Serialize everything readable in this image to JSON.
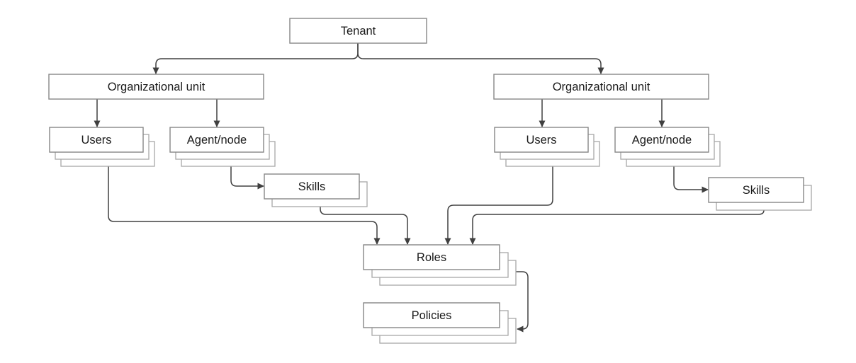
{
  "diagram": {
    "description": "Tenant organizational hierarchy diagram",
    "nodes": {
      "tenant": {
        "label": "Tenant",
        "stacked": false
      },
      "org_unit_left": {
        "label": "Organizational unit",
        "stacked": false
      },
      "users_left": {
        "label": "Users",
        "stacked": true
      },
      "agent_node_left": {
        "label": "Agent/node",
        "stacked": true
      },
      "skills_left": {
        "label": "Skills",
        "stacked": true
      },
      "org_unit_right": {
        "label": "Organizational unit",
        "stacked": false
      },
      "users_right": {
        "label": "Users",
        "stacked": true
      },
      "agent_node_right": {
        "label": "Agent/node",
        "stacked": true
      },
      "skills_right": {
        "label": "Skills",
        "stacked": true
      },
      "roles": {
        "label": "Roles",
        "stacked": true
      },
      "policies": {
        "label": "Policies",
        "stacked": true
      }
    },
    "edges": [
      {
        "from": "tenant",
        "to": "org_unit_left"
      },
      {
        "from": "tenant",
        "to": "org_unit_right"
      },
      {
        "from": "org_unit_left",
        "to": "users_left"
      },
      {
        "from": "org_unit_left",
        "to": "agent_node_left"
      },
      {
        "from": "org_unit_right",
        "to": "users_right"
      },
      {
        "from": "org_unit_right",
        "to": "agent_node_right"
      },
      {
        "from": "agent_node_left",
        "to": "skills_left"
      },
      {
        "from": "agent_node_right",
        "to": "skills_right"
      },
      {
        "from": "users_left",
        "to": "roles"
      },
      {
        "from": "skills_left",
        "to": "roles"
      },
      {
        "from": "users_right",
        "to": "roles"
      },
      {
        "from": "skills_right",
        "to": "roles"
      },
      {
        "from": "roles",
        "to": "policies"
      }
    ],
    "colors": {
      "background": "#ffffff",
      "connector": "#404040",
      "box_border": "#878787",
      "stack_border": "#a8a8a8",
      "box_fill": "#ffffff",
      "text": "#1a1a1a"
    }
  }
}
